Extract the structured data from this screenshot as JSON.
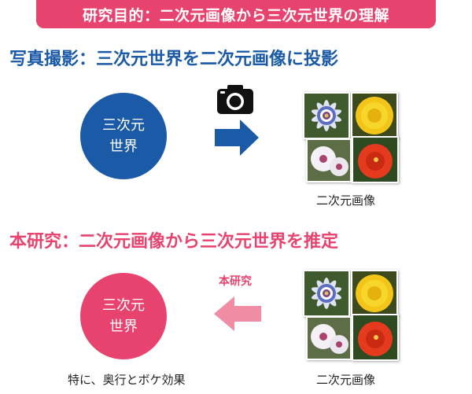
{
  "banner": {
    "title": "研究目的：二次元画像から三次元世界の理解"
  },
  "section_photo": {
    "heading": "写真撮影：三次元世界を二次元画像に投影",
    "circle_line1": "三次元",
    "circle_line2": "世界",
    "images_caption": "二次元画像",
    "icons": {
      "camera": "camera-icon",
      "arrow": "right-arrow-icon"
    },
    "colors": {
      "accent": "#1a5aa6"
    }
  },
  "section_research": {
    "heading": "本研究：二次元画像から三次元世界を推定",
    "arrow_label": "本研究",
    "circle_line1": "三次元",
    "circle_line2": "世界",
    "circle_caption": "特に、奥行とボケ効果",
    "images_caption": "二次元画像",
    "icons": {
      "arrow": "left-arrow-icon"
    },
    "colors": {
      "accent": "#e8436f"
    }
  }
}
